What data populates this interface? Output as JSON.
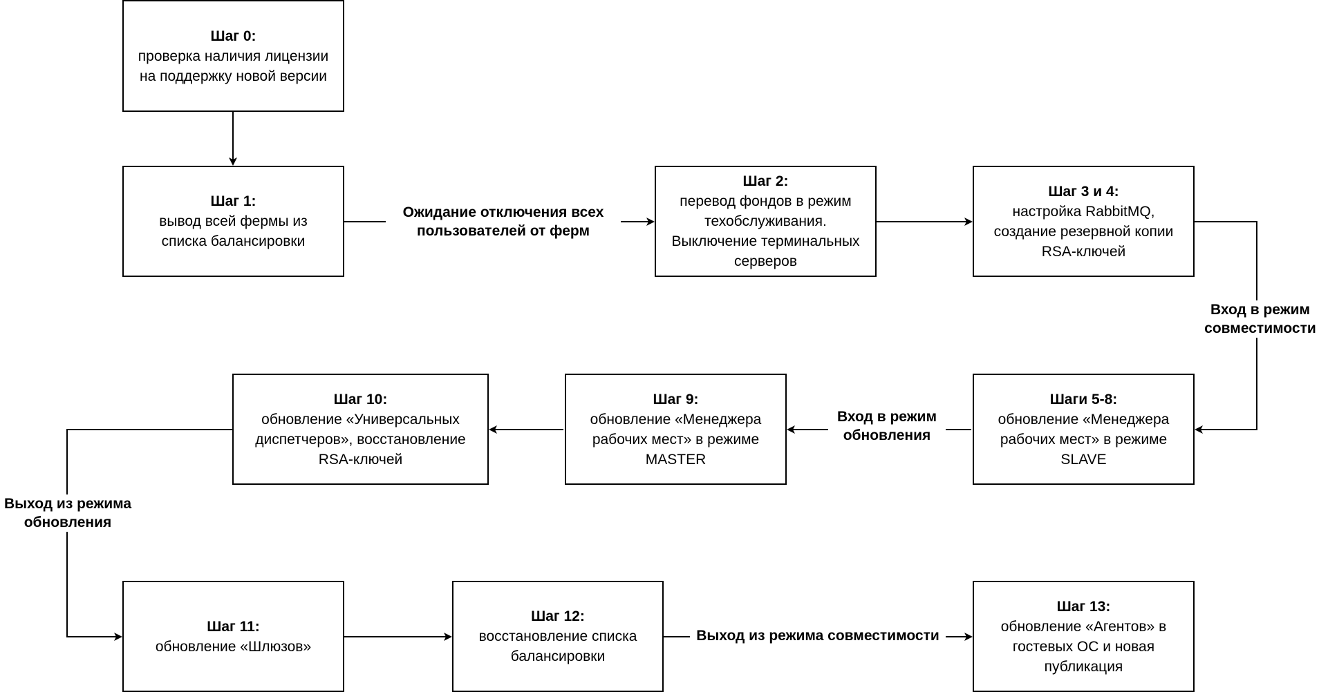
{
  "steps": [
    {
      "id": "step0",
      "title": "Шаг 0:",
      "body": "проверка наличия лицензии на поддержку новой версии"
    },
    {
      "id": "step1",
      "title": "Шаг 1:",
      "body": "вывод всей фермы из списка балансировки"
    },
    {
      "id": "step2",
      "title": "Шаг 2:",
      "body": "перевод фондов в режим техобслуживания. Выключение терминальных серверов"
    },
    {
      "id": "step3",
      "title": "Шаг 3 и 4:",
      "body": "настройка RabbitMQ, создание резервной копии RSA-ключей"
    },
    {
      "id": "step58",
      "title": "Шаги 5-8:",
      "body": "обновление «Менеджера рабочих мест» в режиме SLAVE"
    },
    {
      "id": "step9",
      "title": "Шаг 9:",
      "body": "обновление «Менеджера рабочих мест» в режиме MASTER"
    },
    {
      "id": "step10",
      "title": "Шаг 10:",
      "body": "обновление «Универсальных диспетчеров», восстановление RSA-ключей"
    },
    {
      "id": "step11",
      "title": "Шаг 11:",
      "body": "обновление «Шлюзов»"
    },
    {
      "id": "step12",
      "title": "Шаг 12:",
      "body": "восстановление списка балансировки"
    },
    {
      "id": "step13",
      "title": "Шаг 13:",
      "body": "обновление «Агентов» в гостевых ОС и новая публикация"
    }
  ],
  "labels": {
    "wait_users": "Ожидание отключения всех пользователей от ферм",
    "enter_compat": "Вход в режим совместимости",
    "enter_update": "Вход в режим обновления",
    "exit_update": "Выход из режима обновления",
    "exit_compat": "Выход из режима совместимости"
  },
  "colors": {
    "stroke": "#000000",
    "background": "#ffffff"
  }
}
